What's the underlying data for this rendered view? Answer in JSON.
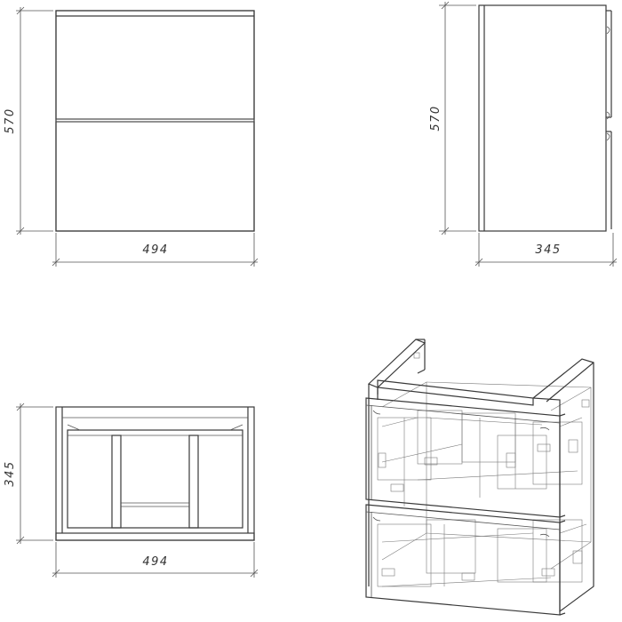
{
  "views": {
    "front": {
      "width_label": "494",
      "height_label": "570"
    },
    "side": {
      "depth_label": "345",
      "height_label": "570"
    },
    "top": {
      "width_label": "494",
      "depth_label": "345"
    },
    "iso": {}
  },
  "colors": {
    "line": "#3a3a3a",
    "xray": "#7a7a7a",
    "text": "#333333"
  }
}
